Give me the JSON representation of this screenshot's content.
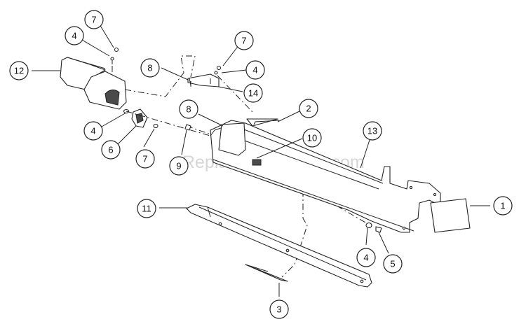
{
  "watermark": "eReplacementParts.com",
  "callouts": {
    "c1": "1",
    "c2": "2",
    "c3": "3",
    "c4a": "4",
    "c4b": "4",
    "c4c": "4",
    "c4d": "4",
    "c5": "5",
    "c6": "6",
    "c7a": "7",
    "c7b": "7",
    "c7c": "7",
    "c8a": "8",
    "c8b": "8",
    "c9": "9",
    "c10": "10",
    "c11": "11",
    "c12": "12",
    "c13": "13",
    "c14": "14"
  }
}
